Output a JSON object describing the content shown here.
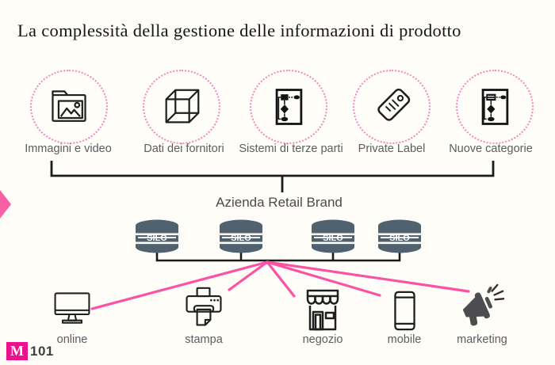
{
  "title": "La complessità della gestione delle informazioni di prodotto",
  "sources": [
    {
      "label": "Immagini e video",
      "icon": "folder-image-icon"
    },
    {
      "label": "Dati dei fornitori",
      "icon": "cube-icon"
    },
    {
      "label": "Sistemi di terze parti",
      "icon": "flowchart-icon"
    },
    {
      "label": "Private Label",
      "icon": "tag-icon"
    },
    {
      "label": "Nuove categorie",
      "icon": "flowchart-icon"
    }
  ],
  "hub_label": "Azienda Retail Brand",
  "silos": {
    "count": 4,
    "label": "SILO"
  },
  "channels": [
    {
      "label": "online",
      "icon": "monitor-icon"
    },
    {
      "label": "stampa",
      "icon": "printer-icon"
    },
    {
      "label": "negozio",
      "icon": "store-icon"
    },
    {
      "label": "mobile",
      "icon": "smartphone-icon"
    },
    {
      "label": "marketing",
      "icon": "megaphone-icon"
    }
  ],
  "logo": {
    "m": "M",
    "number": "101"
  },
  "colors": {
    "background": "#fffdf8",
    "accent_pink": "#fb52a4",
    "dotted_circle_pink": "#f287be",
    "silo_fill": "#50626f",
    "label_gray": "#5c5d60",
    "line_black": "#1c1c1c",
    "logo_magenta": "#ec128d",
    "megaphone_gray": "#4d4d4f"
  }
}
